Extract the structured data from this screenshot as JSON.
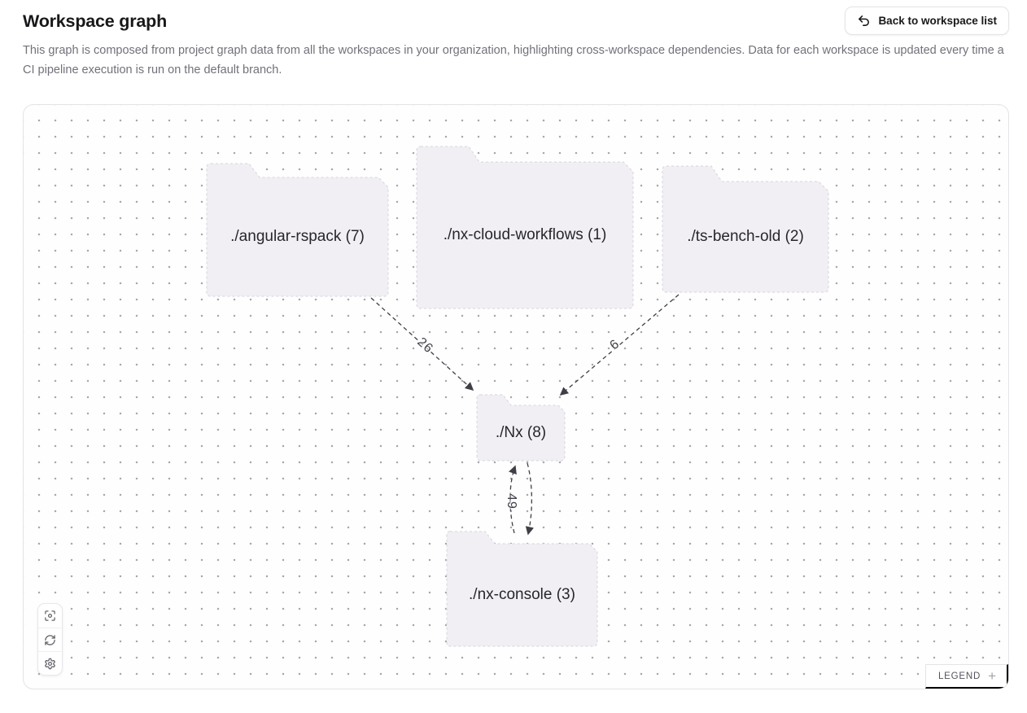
{
  "header": {
    "title": "Workspace graph",
    "description": "This graph is composed from project graph data from all the workspaces in your organization, highlighting cross-workspace dependencies. Data for each workspace is updated every time a CI pipeline execution is run on the default branch.",
    "back_button_label": "Back to workspace list"
  },
  "graph": {
    "nodes": [
      {
        "id": "angular-rspack",
        "label": "./angular-rspack (7)",
        "project_count": 7
      },
      {
        "id": "nx-cloud-workflows",
        "label": "./nx-cloud-workflows (1)",
        "project_count": 1
      },
      {
        "id": "ts-bench-old",
        "label": "./ts-bench-old (2)",
        "project_count": 2
      },
      {
        "id": "nx",
        "label": "./Nx (8)",
        "project_count": 8
      },
      {
        "id": "nx-console",
        "label": "./nx-console (3)",
        "project_count": 3
      }
    ],
    "edges": [
      {
        "from": "./angular-rspack",
        "to": "./Nx",
        "count": 26
      },
      {
        "from": "./ts-bench-old",
        "to": "./Nx",
        "count": 6
      },
      {
        "from": "./nx-console",
        "to": "./Nx",
        "count": 49,
        "bidirectional": true
      }
    ]
  },
  "toolbar": {
    "buttons": [
      "fit-view",
      "refresh",
      "settings"
    ]
  },
  "legend": {
    "label": "LEGEND",
    "expand_icon": "+"
  },
  "colors": {
    "node_fill": "#f1eff4",
    "node_border": "#d7d4de",
    "edge": "#3f3f46",
    "canvas_border": "#e4e4e7",
    "dot_grid": "#a9a6b0"
  }
}
